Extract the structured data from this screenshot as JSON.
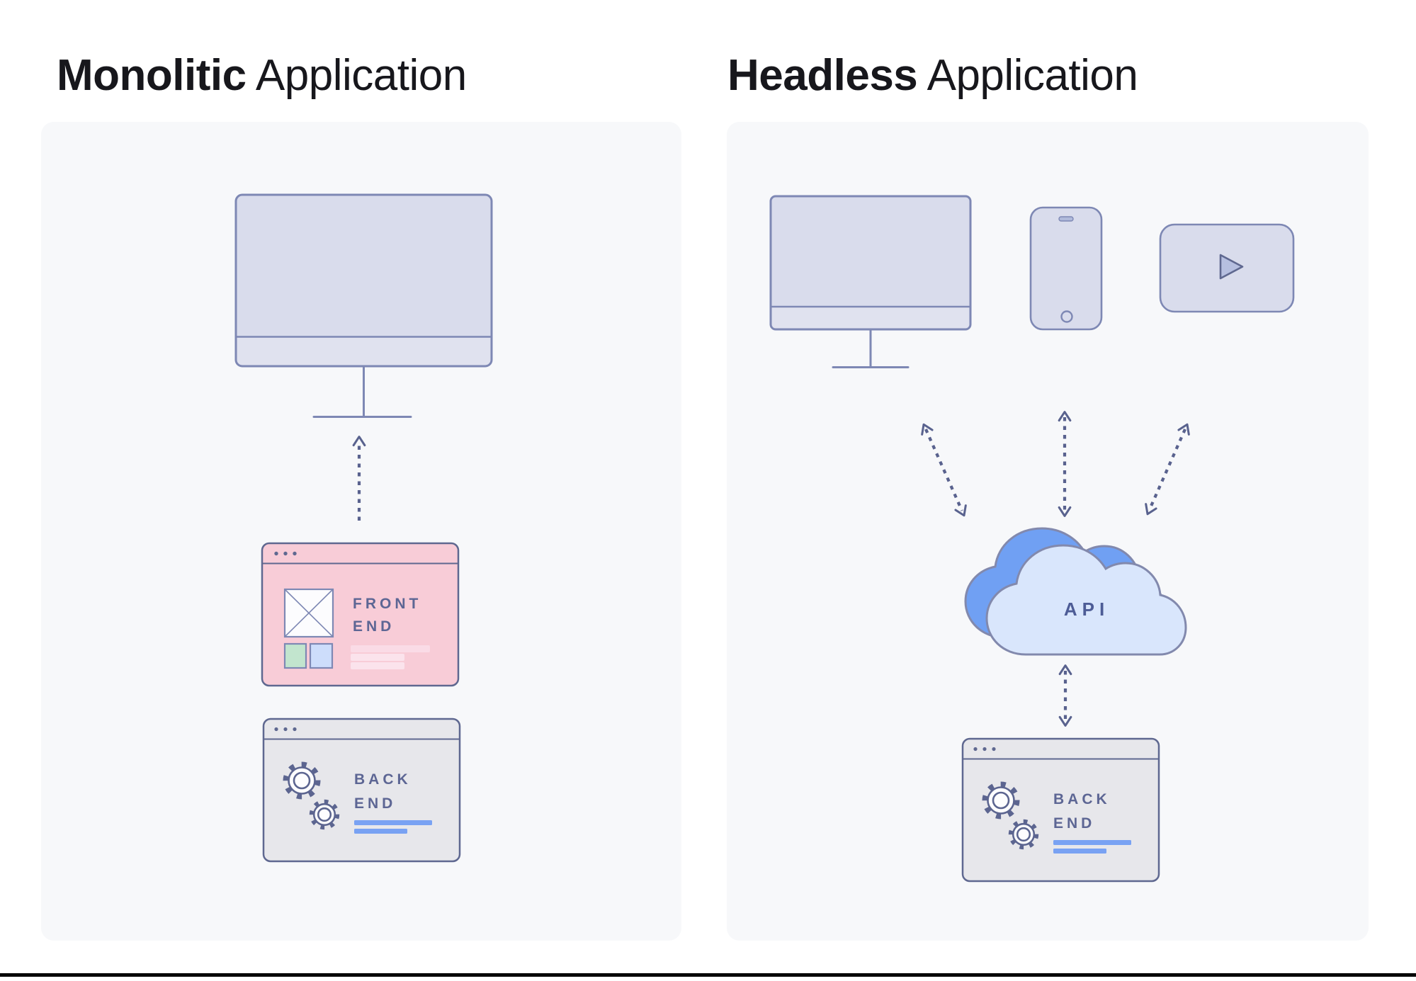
{
  "titles": {
    "left": {
      "bold": "Monolitic",
      "rest": " Application"
    },
    "right": {
      "bold": "Headless",
      "rest": " Application"
    }
  },
  "monolitic": {
    "frontend_card": {
      "line1": "FRONT",
      "line2": "END"
    },
    "backend_card": {
      "line1": "BACK",
      "line2": "END"
    }
  },
  "headless": {
    "cloud": {
      "label": "API"
    },
    "backend_card": {
      "line1": "BACK",
      "line2": "END"
    }
  },
  "colors": {
    "panel_bg": "#f7f8fa",
    "device_fill": "#d9dcec",
    "device_stroke": "#7e88b4",
    "card_stroke": "#5f6890",
    "frontend_pink": "#f8ccd7",
    "frontend_bar_pink": "#fadbe6",
    "backend_gray": "#e7e7eb",
    "backend_bar_blue": "#79a2f3",
    "arrow": "#59628e",
    "cloud_back_blue": "#70a0f3",
    "cloud_front_blue": "#d9e6fc",
    "cloud_stroke": "#8289ad",
    "label_text": "#5d6694",
    "title_text": "#17171c",
    "bottom_rule": "#050505"
  },
  "icons": {
    "monitor": "desktop monitor outline",
    "smartphone": "mobile phone outline",
    "video_player": "rounded player with play triangle",
    "play": "play triangle",
    "cloud": "layered cloud",
    "gear": "cog wheel",
    "image_placeholder": "crossed box",
    "browser_dots": "three window dots",
    "arrow_dashed": "dashed chevron arrow"
  }
}
